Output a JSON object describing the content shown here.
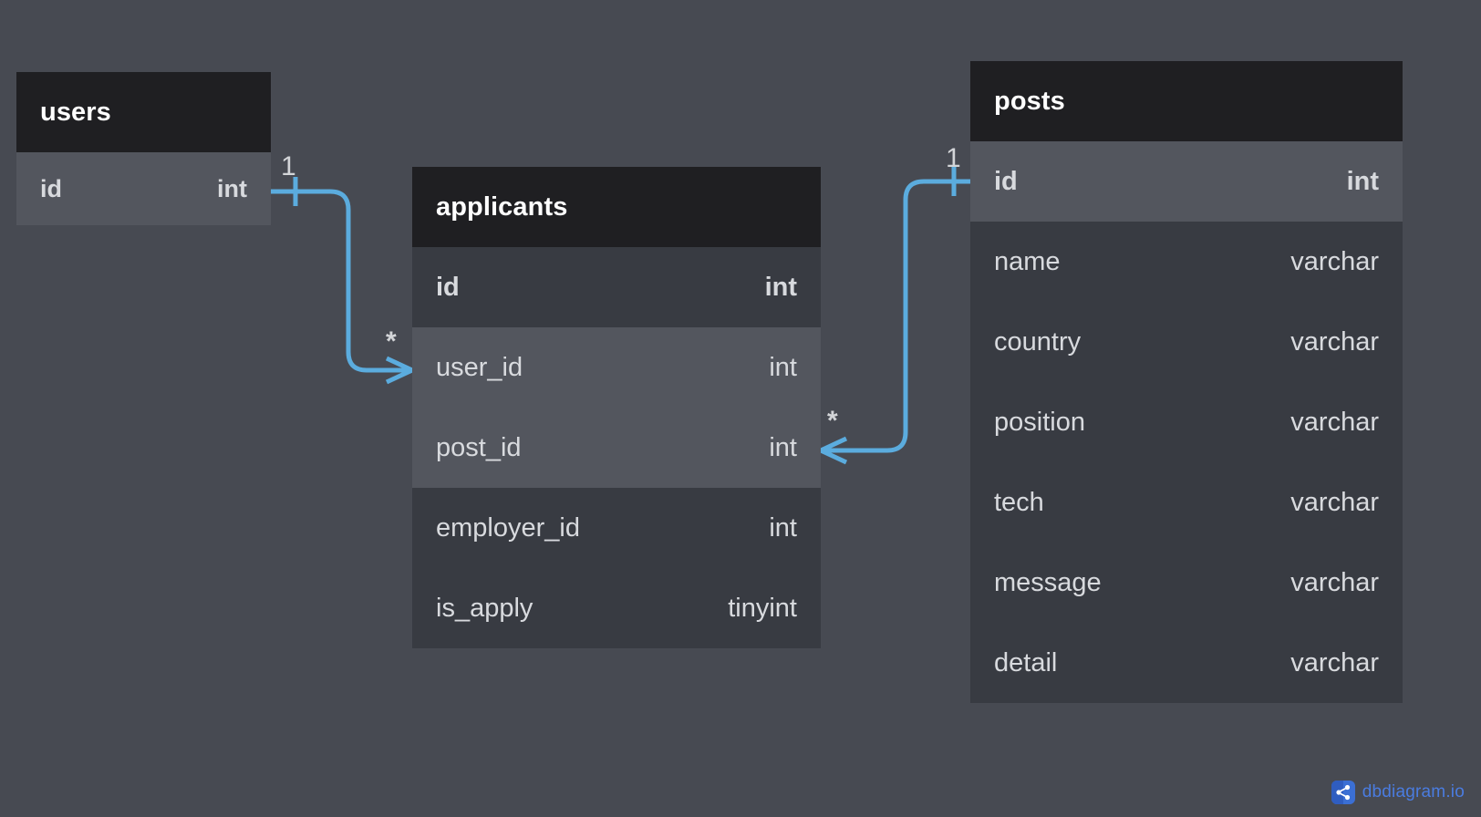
{
  "canvas": {
    "background_color": "#474a52",
    "accent_color": "#5bacde",
    "header_color": "#1f1f22",
    "row_color": "#383b42",
    "row_highlight_color": "#53565e",
    "text_color": "#d8dade"
  },
  "tables": [
    {
      "name": "users",
      "fields": [
        {
          "name": "id",
          "type": "int",
          "pk": true,
          "highlight": true
        }
      ]
    },
    {
      "name": "applicants",
      "fields": [
        {
          "name": "id",
          "type": "int",
          "pk": true,
          "highlight": false
        },
        {
          "name": "user_id",
          "type": "int",
          "pk": false,
          "highlight": true
        },
        {
          "name": "post_id",
          "type": "int",
          "pk": false,
          "highlight": true
        },
        {
          "name": "employer_id",
          "type": "int",
          "pk": false,
          "highlight": false
        },
        {
          "name": "is_apply",
          "type": "tinyint",
          "pk": false,
          "highlight": false
        }
      ]
    },
    {
      "name": "posts",
      "fields": [
        {
          "name": "id",
          "type": "int",
          "pk": true,
          "highlight": true
        },
        {
          "name": "name",
          "type": "varchar",
          "pk": false,
          "highlight": false
        },
        {
          "name": "country",
          "type": "varchar",
          "pk": false,
          "highlight": false
        },
        {
          "name": "position",
          "type": "varchar",
          "pk": false,
          "highlight": false
        },
        {
          "name": "tech",
          "type": "varchar",
          "pk": false,
          "highlight": false
        },
        {
          "name": "message",
          "type": "varchar",
          "pk": false,
          "highlight": false
        },
        {
          "name": "detail",
          "type": "varchar",
          "pk": false,
          "highlight": false
        }
      ]
    }
  ],
  "relationships": [
    {
      "id": "users-applicants",
      "from_table": "users",
      "from_field": "id",
      "to_table": "applicants",
      "to_field": "user_id",
      "from_cardinality": "1",
      "to_cardinality": "*"
    },
    {
      "id": "posts-applicants",
      "from_table": "posts",
      "from_field": "id",
      "to_table": "applicants",
      "to_field": "post_id",
      "from_cardinality": "1",
      "to_cardinality": "*"
    }
  ],
  "watermark": {
    "label": "dbdiagram.io",
    "icon": "share-nodes-icon",
    "color": "#4a7ce0"
  }
}
